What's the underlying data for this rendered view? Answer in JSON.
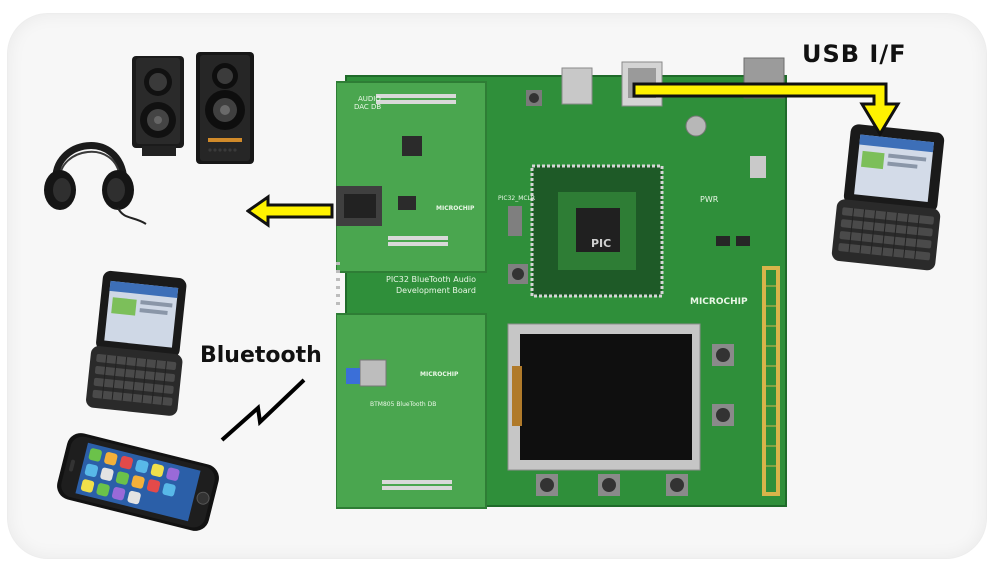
{
  "labels": {
    "usb": "USB I/F",
    "bluetooth": "Bluetooth"
  },
  "board": {
    "name_line1": "PIC32 BlueTooth Audio",
    "name_line2": "Development Board",
    "audio_db_line1": "AUDIO",
    "audio_db_line2": "DAC DB",
    "bt_db": "BTM805 BlueTooth DB",
    "brand": "MICROCHIP",
    "mcu_mark": "PIC",
    "pwr": "PWR",
    "mclr": "PIC32_MCLR"
  },
  "colors": {
    "arrow_fill": "#fff200",
    "arrow_outline": "#111111",
    "pcb": "#2f8f3a",
    "pcb_dark": "#1f6b2a",
    "daughterboard": "#4aa64f"
  },
  "icons": {
    "headphones": "headphones-icon",
    "speakers": "speakers-icon",
    "tablet_right": "slider-phone-icon",
    "phone_left": "slider-phone-icon",
    "iphone": "smartphone-icon",
    "lightning": "wireless-bolt-icon"
  }
}
